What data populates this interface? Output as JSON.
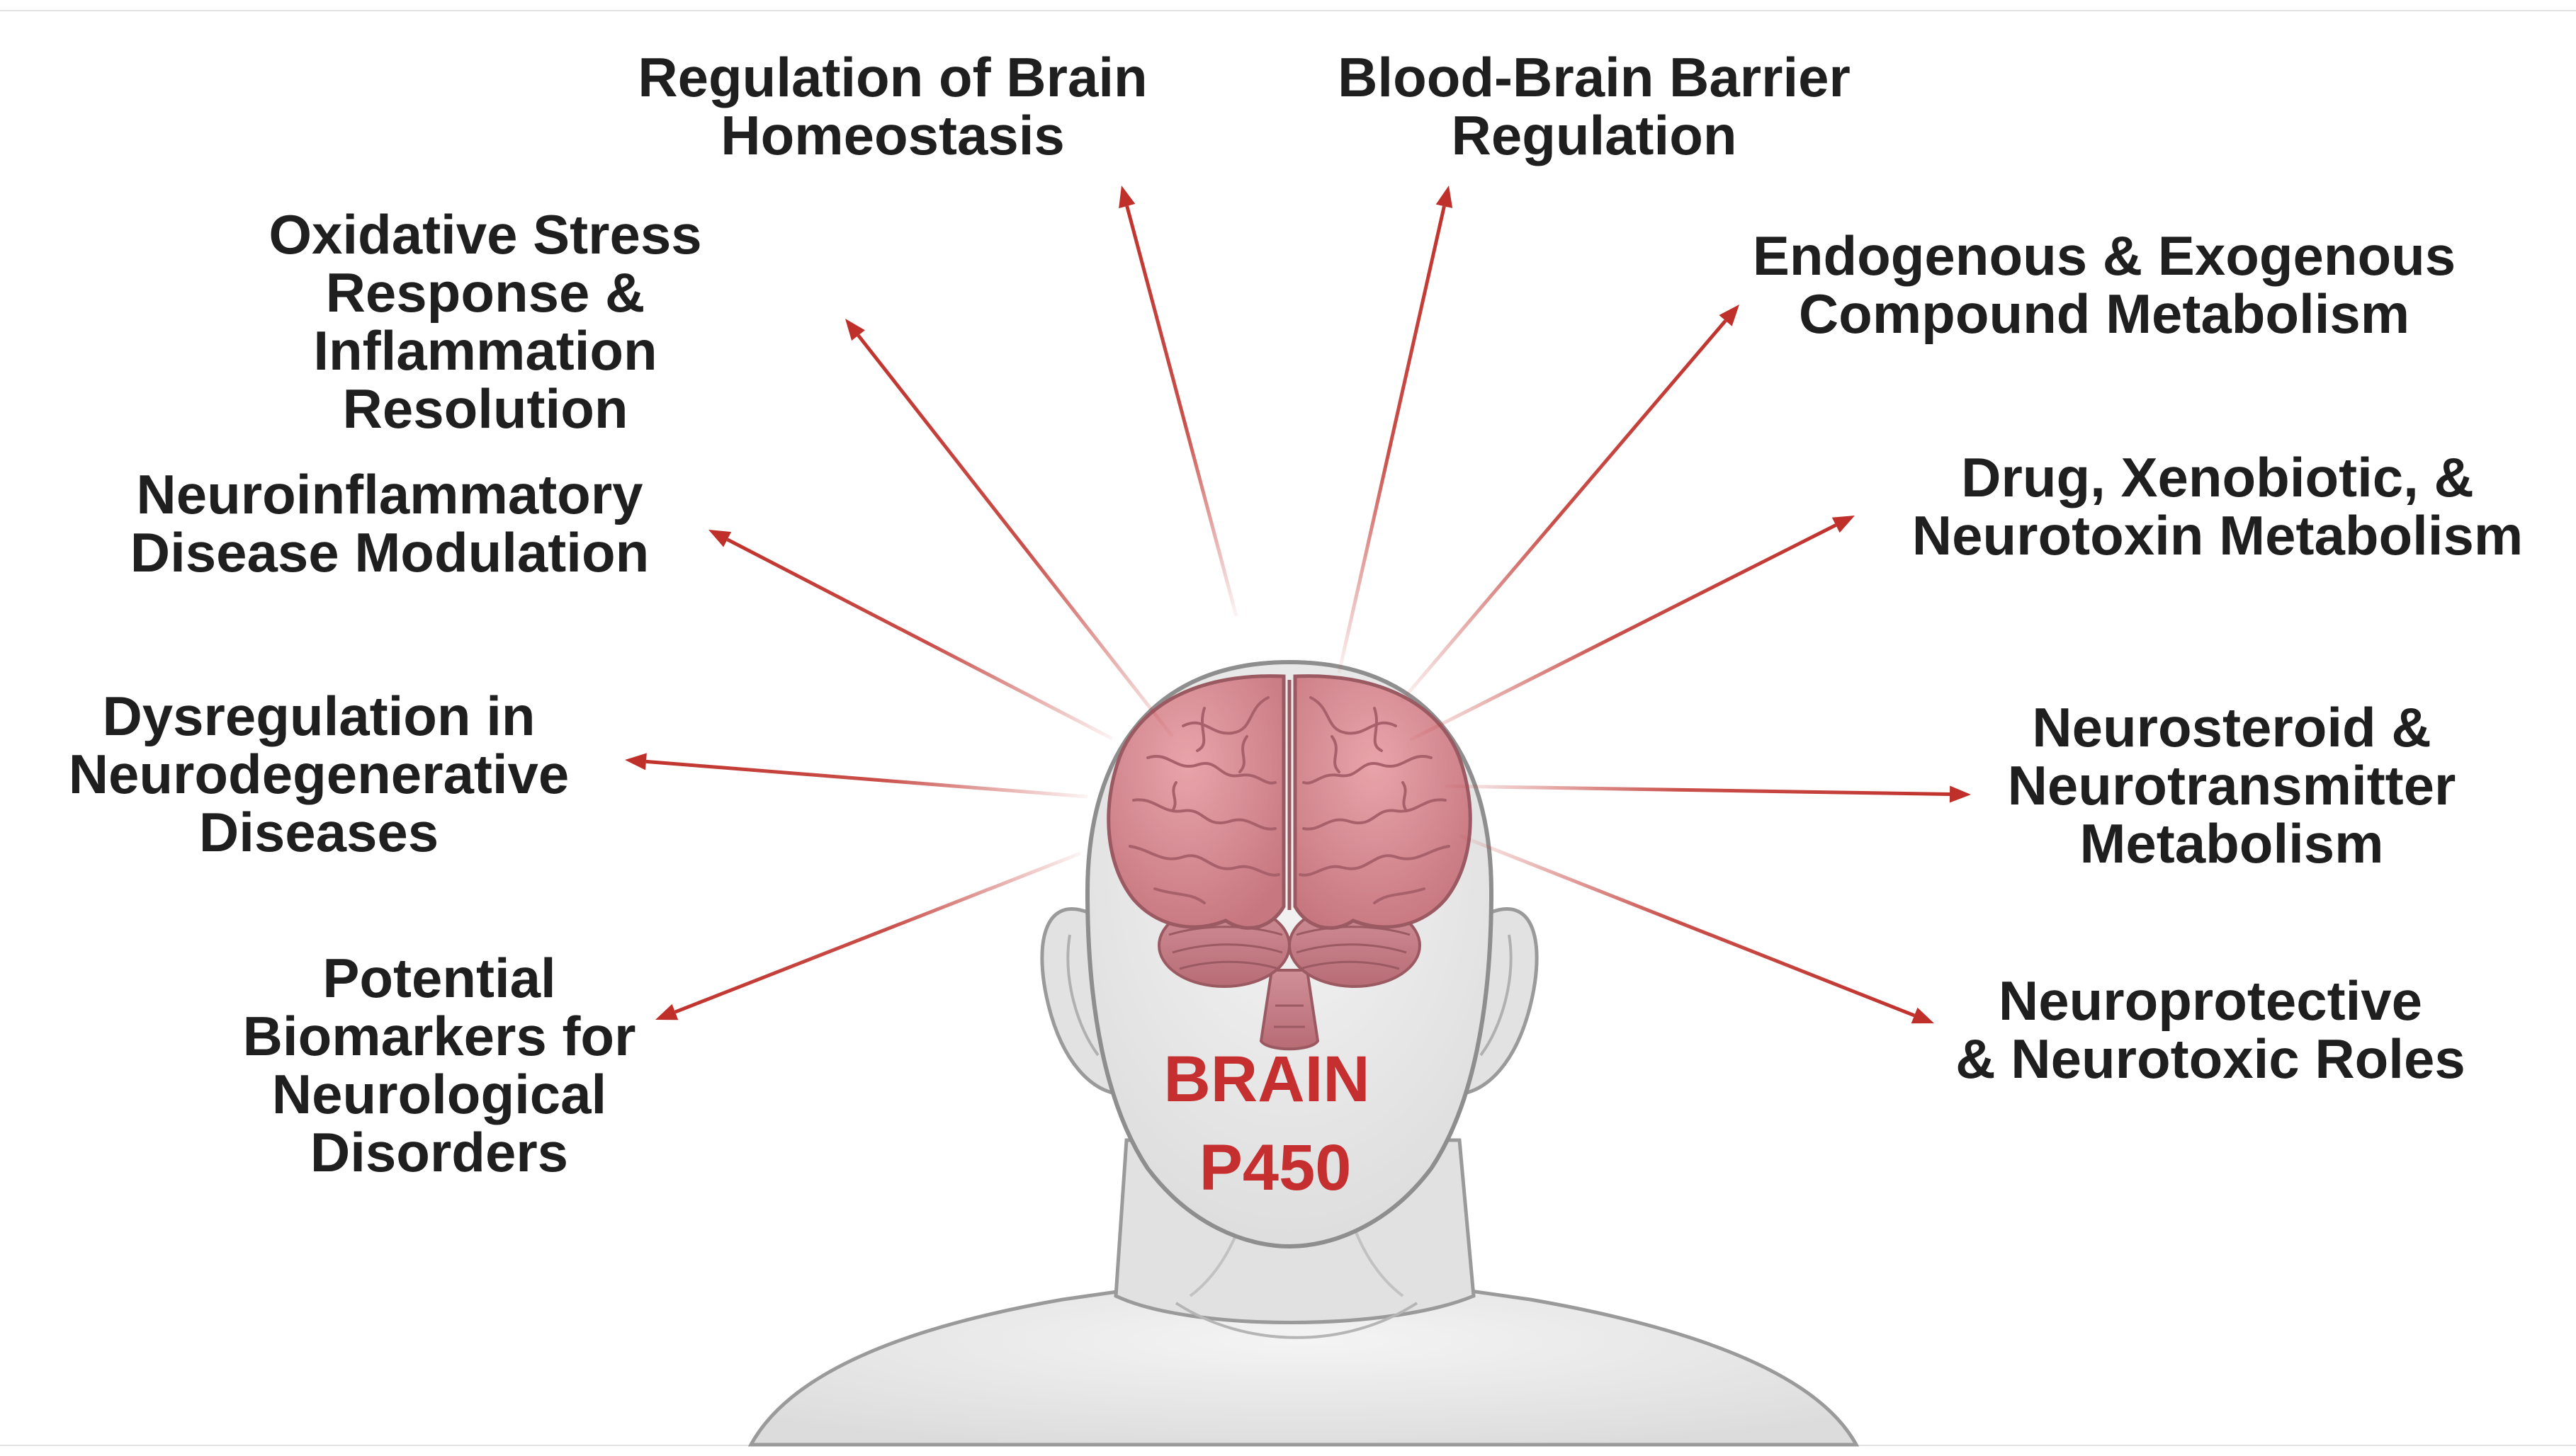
{
  "center": {
    "line1": "BRAIN",
    "line2": "P450"
  },
  "roles": [
    {
      "id": "regulation-of-brain-homeostasis",
      "text": "Regulation of Brain\nHomeostasis"
    },
    {
      "id": "blood-brain-barrier-regulation",
      "text": "Blood-Brain Barrier\nRegulation"
    },
    {
      "id": "oxidative-stress-response",
      "text": "Oxidative Stress\nResponse &\nInflammation Resolution"
    },
    {
      "id": "endogenous-exogenous-metabolism",
      "text": "Endogenous & Exogenous\nCompound Metabolism"
    },
    {
      "id": "neuroinflammatory-disease-modulation",
      "text": "Neuroinflammatory\nDisease Modulation"
    },
    {
      "id": "drug-xenobiotic-neurotoxin-metabolism",
      "text": "Drug, Xenobiotic, &\nNeurotoxin Metabolism"
    },
    {
      "id": "dysregulation-neurodegenerative",
      "text": "Dysregulation in\nNeurodegenerative\nDiseases"
    },
    {
      "id": "neurosteroid-neurotransmitter-metabolism",
      "text": "Neurosteroid &\nNeurotransmitter\nMetabolism"
    },
    {
      "id": "potential-biomarkers",
      "text": "Potential\nBiomarkers for\nNeurological\nDisorders"
    },
    {
      "id": "neuroprotective-neurotoxic-roles",
      "text": "Neuroprotective\n& Neurotoxic Roles"
    }
  ],
  "colors": {
    "arrow": "#c0302a",
    "center_text": "#c62f2f",
    "brain": "#d98b93",
    "brain_dark": "#b8646d",
    "skin": "#e7e7e7",
    "outline": "#8e8e8e"
  }
}
